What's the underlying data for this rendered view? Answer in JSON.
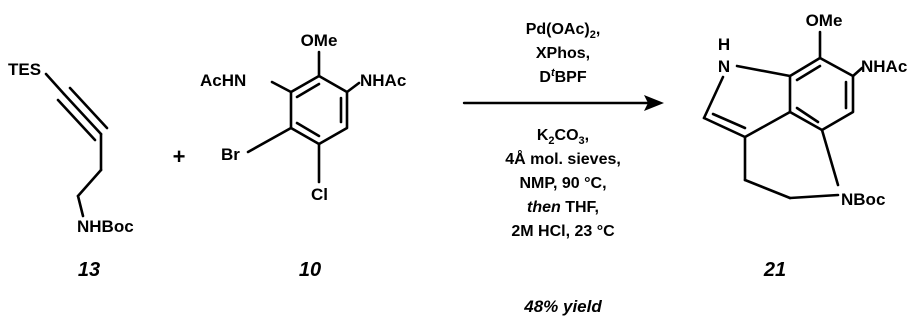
{
  "compound_13": {
    "tes": "TES",
    "nhboc": "NHBoc",
    "number": "13"
  },
  "plus": "+",
  "compound_10": {
    "ome": "OMe",
    "achn": "AcHN",
    "nhac": "NHAc",
    "br": "Br",
    "cl": "Cl",
    "number": "10"
  },
  "conditions": {
    "above": {
      "pd_base": "Pd(OAc)",
      "pd_sub": "2",
      "pd_end": ",",
      "ligand": "XPhos,",
      "additive_pre": "D",
      "additive_sup": "t",
      "additive_post": "BPF"
    },
    "below": {
      "base_pre": "K",
      "base_sub1": "2",
      "base_mid": "CO",
      "base_sub2": "3",
      "base_end": ",",
      "sieves": "4Å mol. sieves,",
      "solvent": "NMP, 90 °C,",
      "then_word": "then",
      "then_rest": " THF,",
      "acid": "2M HCl, 23 °C"
    },
    "yield": "48% yield"
  },
  "compound_21": {
    "h": "H",
    "n": "N",
    "ome": "OMe",
    "nhac": "NHAc",
    "nboc": "NBoc",
    "number": "21"
  },
  "colors": {
    "ink": "#000000",
    "background": "#ffffff"
  }
}
